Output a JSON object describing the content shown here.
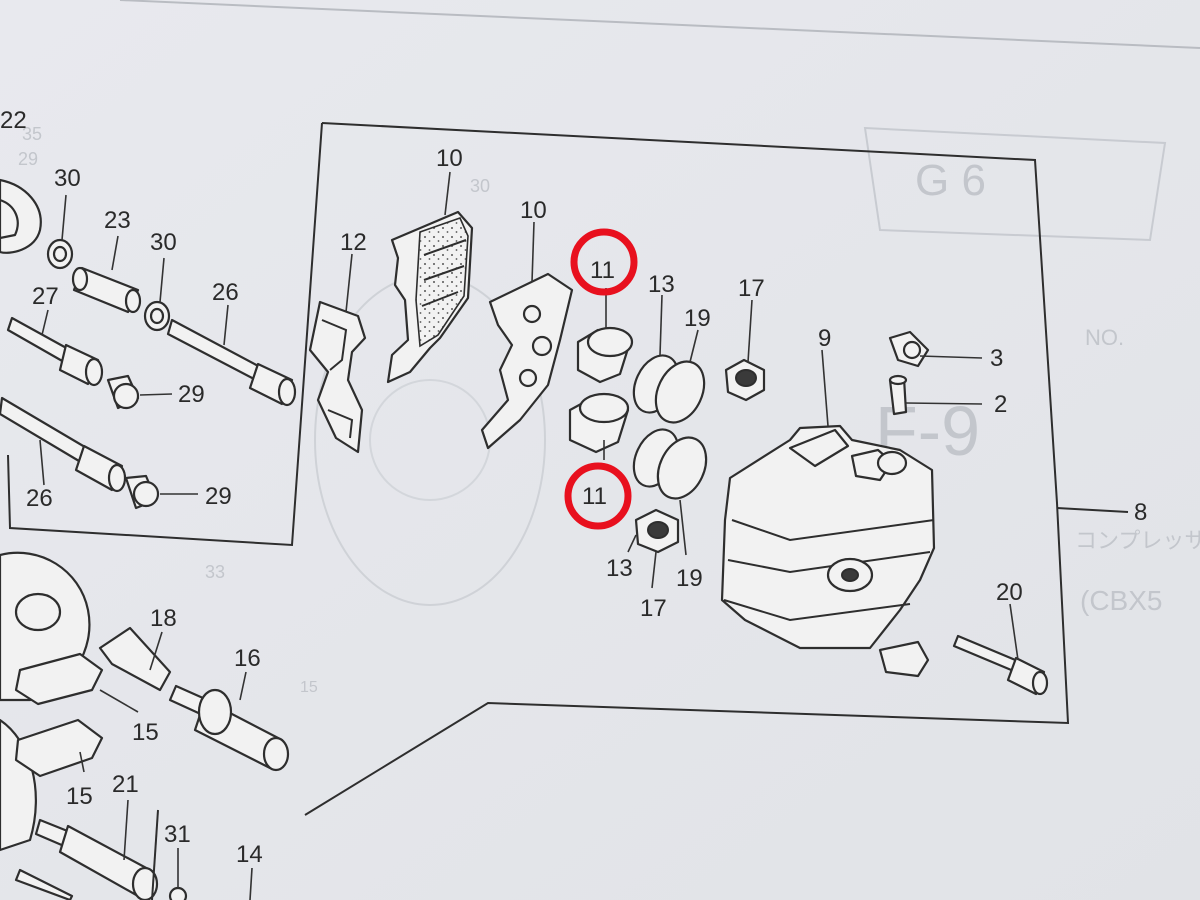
{
  "background_text": {
    "code": "G 6",
    "mid_label": "F-9",
    "jp_line": "コンプレッサ",
    "model": "(CBX5",
    "n1": "35",
    "n2": "29",
    "n3": "30",
    "n4": "33",
    "n5": "15",
    "n6": "NO."
  },
  "callouts": {
    "c22": "22",
    "c30a": "30",
    "c23": "23",
    "c30b": "30",
    "c27": "27",
    "c26a": "26",
    "c29a": "29",
    "c26b": "26",
    "c29b": "29",
    "c12": "12",
    "c10a": "10",
    "c10b": "10",
    "c11a": "11",
    "c11b": "11",
    "c13a": "13",
    "c13b": "13",
    "c19a": "19",
    "c19b": "19",
    "c17a": "17",
    "c17b": "17",
    "c9": "9",
    "c3": "3",
    "c2": "2",
    "c8": "8",
    "c20": "20",
    "c18": "18",
    "c16": "16",
    "c15a": "15",
    "c15b": "15",
    "c21": "21",
    "c31": "31",
    "c14": "14"
  },
  "highlight_color": "#e8101e",
  "highlighted_callouts": [
    "11",
    "11"
  ]
}
